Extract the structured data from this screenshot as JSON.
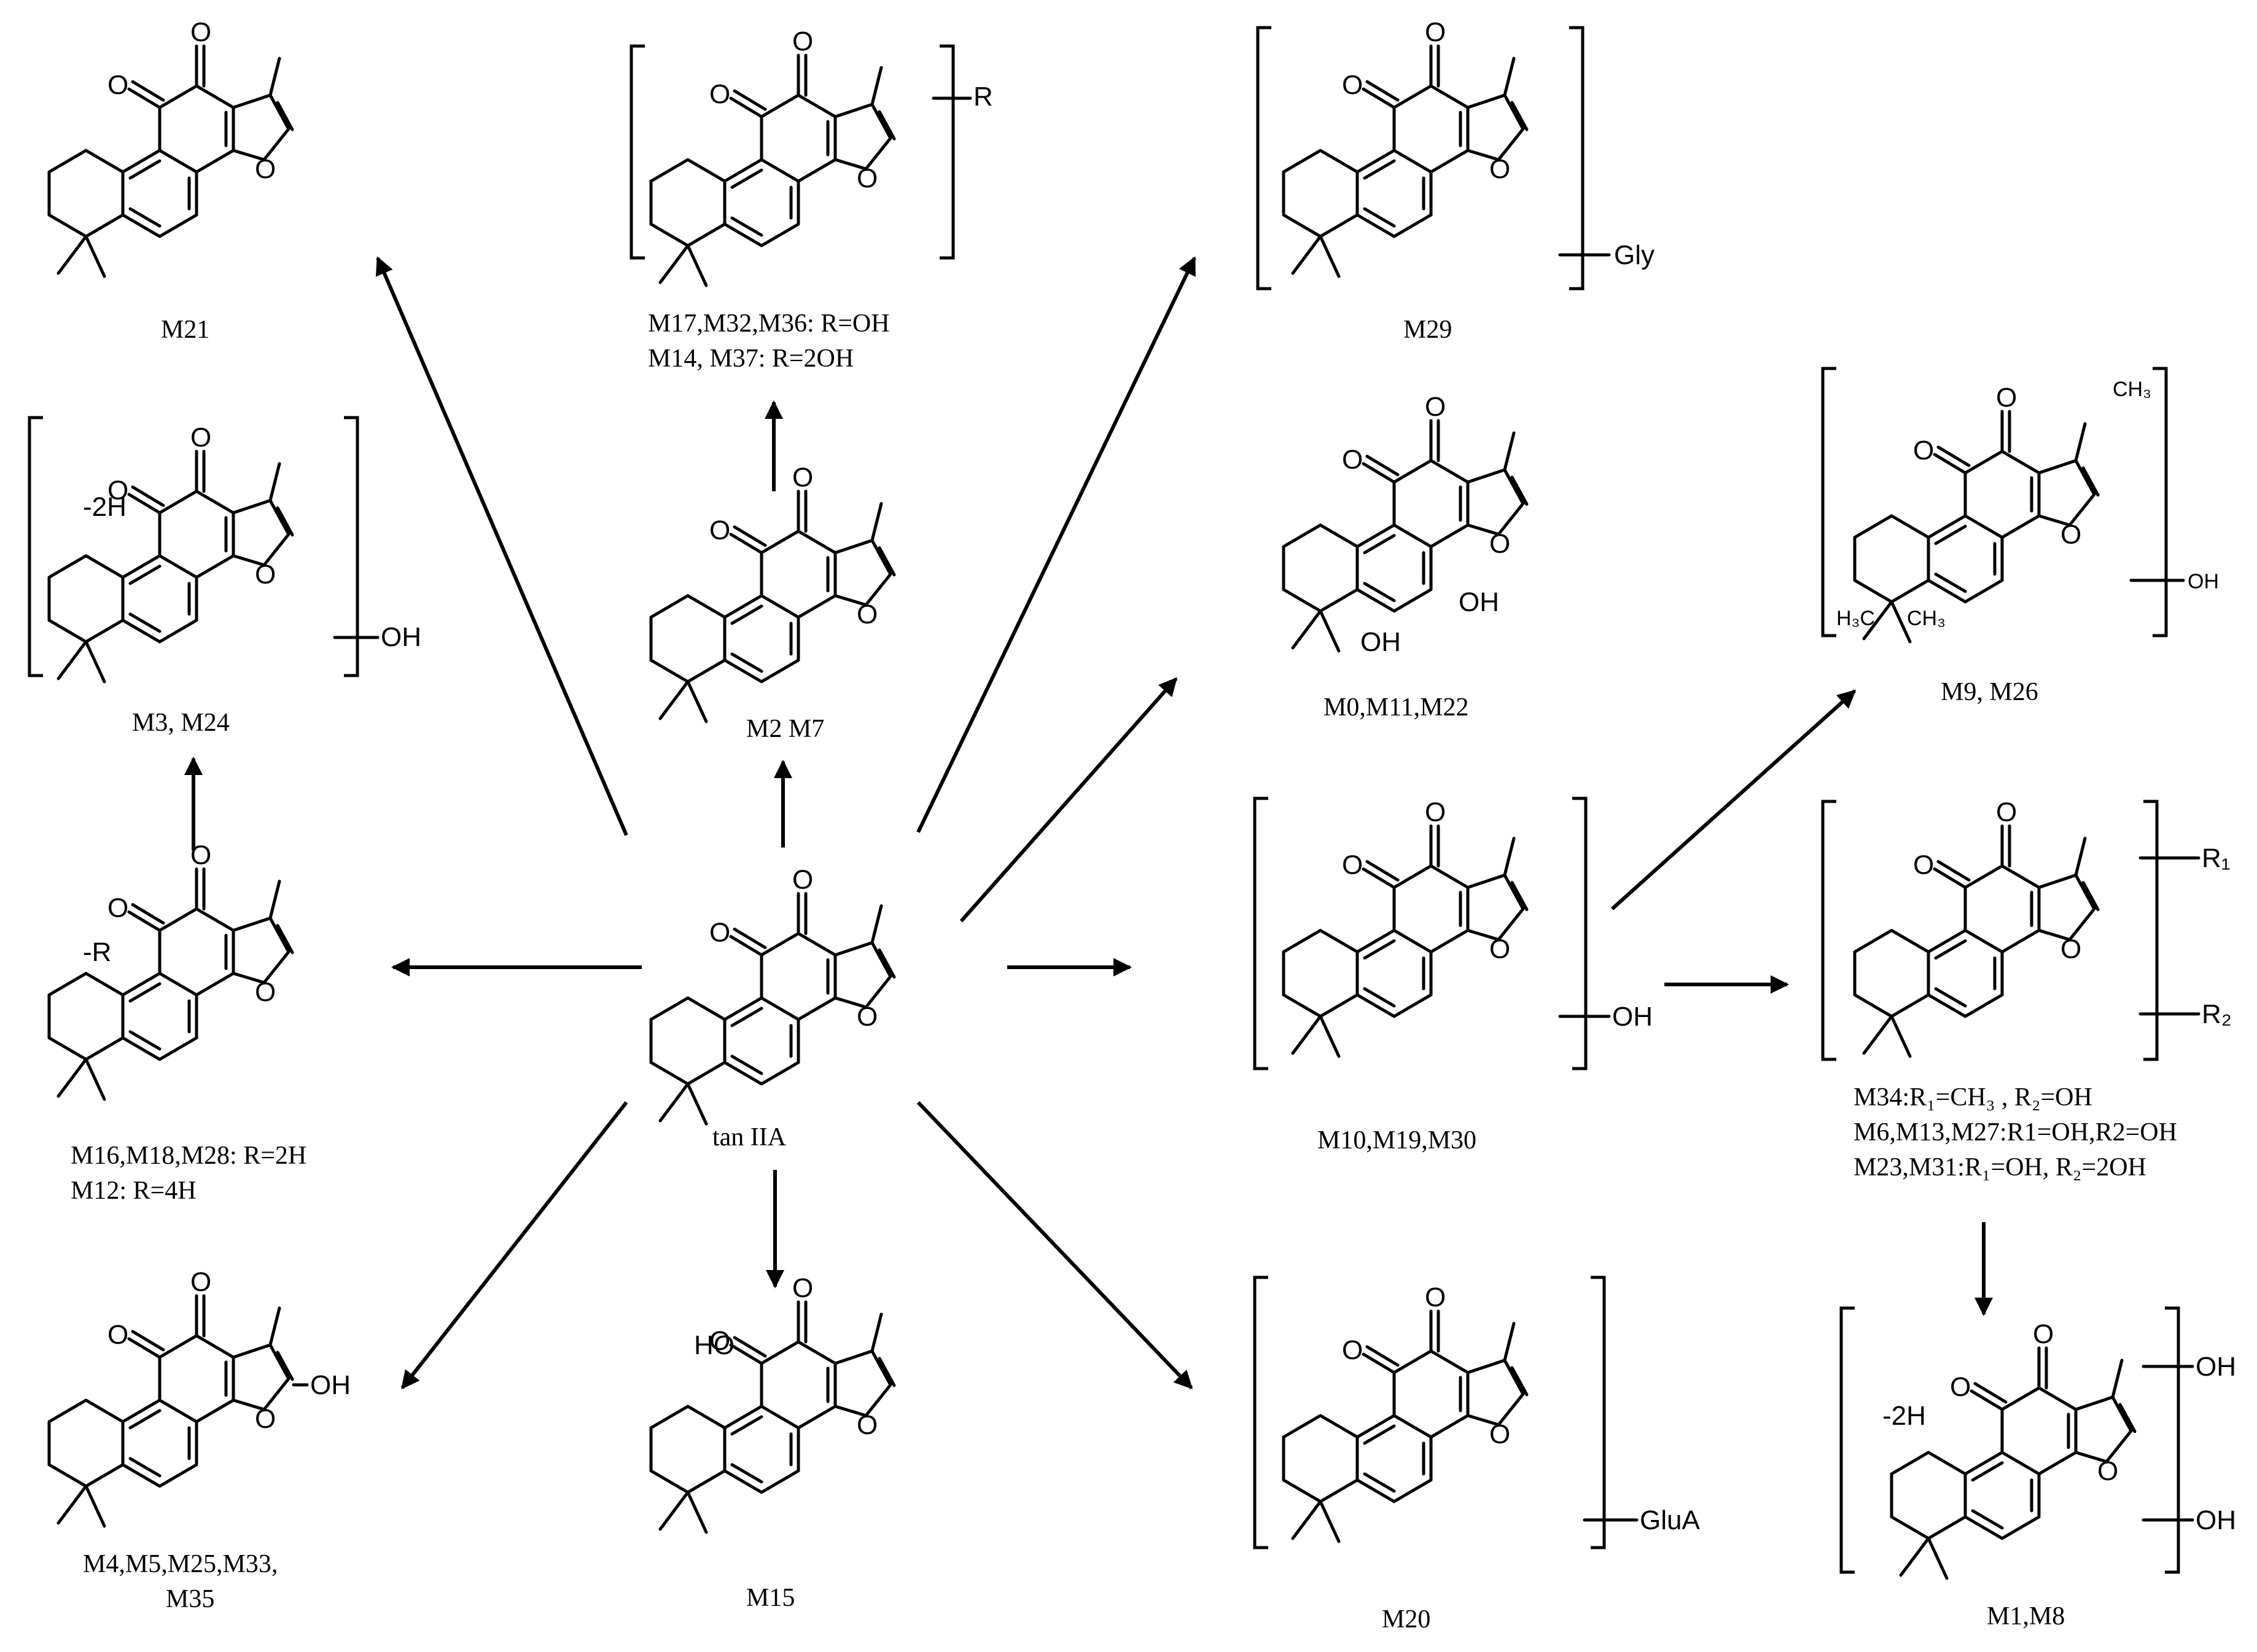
{
  "center": {
    "label": "tan IIA"
  },
  "products": [
    {
      "id": "m21",
      "caption_lines": [
        "M21"
      ]
    },
    {
      "id": "m17",
      "caption_lines": [
        "M17,M32,M36: R=OH",
        "M14, M37: R=2OH"
      ],
      "substituents": [
        "R"
      ]
    },
    {
      "id": "m2",
      "caption_lines": [
        "M2 M7"
      ]
    },
    {
      "id": "m29",
      "caption_lines": [
        "M29"
      ],
      "substituents": [
        "Gly"
      ]
    },
    {
      "id": "m0",
      "caption_lines": [
        "M0,M11,M22"
      ],
      "substituents": [
        "OH",
        "OH"
      ]
    },
    {
      "id": "m9",
      "caption_lines": [
        "M9, M26"
      ],
      "substituents": [
        "OH"
      ]
    },
    {
      "id": "m3",
      "caption_lines": [
        "M3, M24"
      ],
      "substituents": [
        "-2H",
        "OH"
      ]
    },
    {
      "id": "m16",
      "caption_lines": [
        "M16,M18,M28: R=2H",
        "M12: R=4H"
      ],
      "substituents": [
        "-R"
      ]
    },
    {
      "id": "m10",
      "caption_lines": [
        "M10,M19,M30"
      ],
      "substituents": [
        "OH"
      ]
    },
    {
      "id": "m34",
      "caption_lines": [
        "M34:R₁=CH₃ , R₂=OH",
        "M6,M13,M27:R1=OH,R2=OH",
        "M23,M31:R₁=OH, R₂=2OH"
      ],
      "substituents": [
        "R₁",
        "R₂"
      ]
    },
    {
      "id": "m4",
      "caption_lines": [
        "M4,M5,M25,M33,",
        "M35"
      ],
      "substituents": [
        "OH"
      ]
    },
    {
      "id": "m15",
      "caption_lines": [
        "M15"
      ],
      "substituents": [
        "HO"
      ]
    },
    {
      "id": "m20",
      "caption_lines": [
        "M20"
      ],
      "substituents": [
        "GluA"
      ]
    },
    {
      "id": "m1",
      "caption_lines": [
        "M1,M8"
      ],
      "substituents": [
        "-2H",
        "OH",
        "OH"
      ]
    }
  ],
  "atoms": {
    "oxygen": "O",
    "methyl": "CH₃",
    "gem_dimethyl_left": "H₃C",
    "gem_dimethyl_right": "CH₃"
  }
}
